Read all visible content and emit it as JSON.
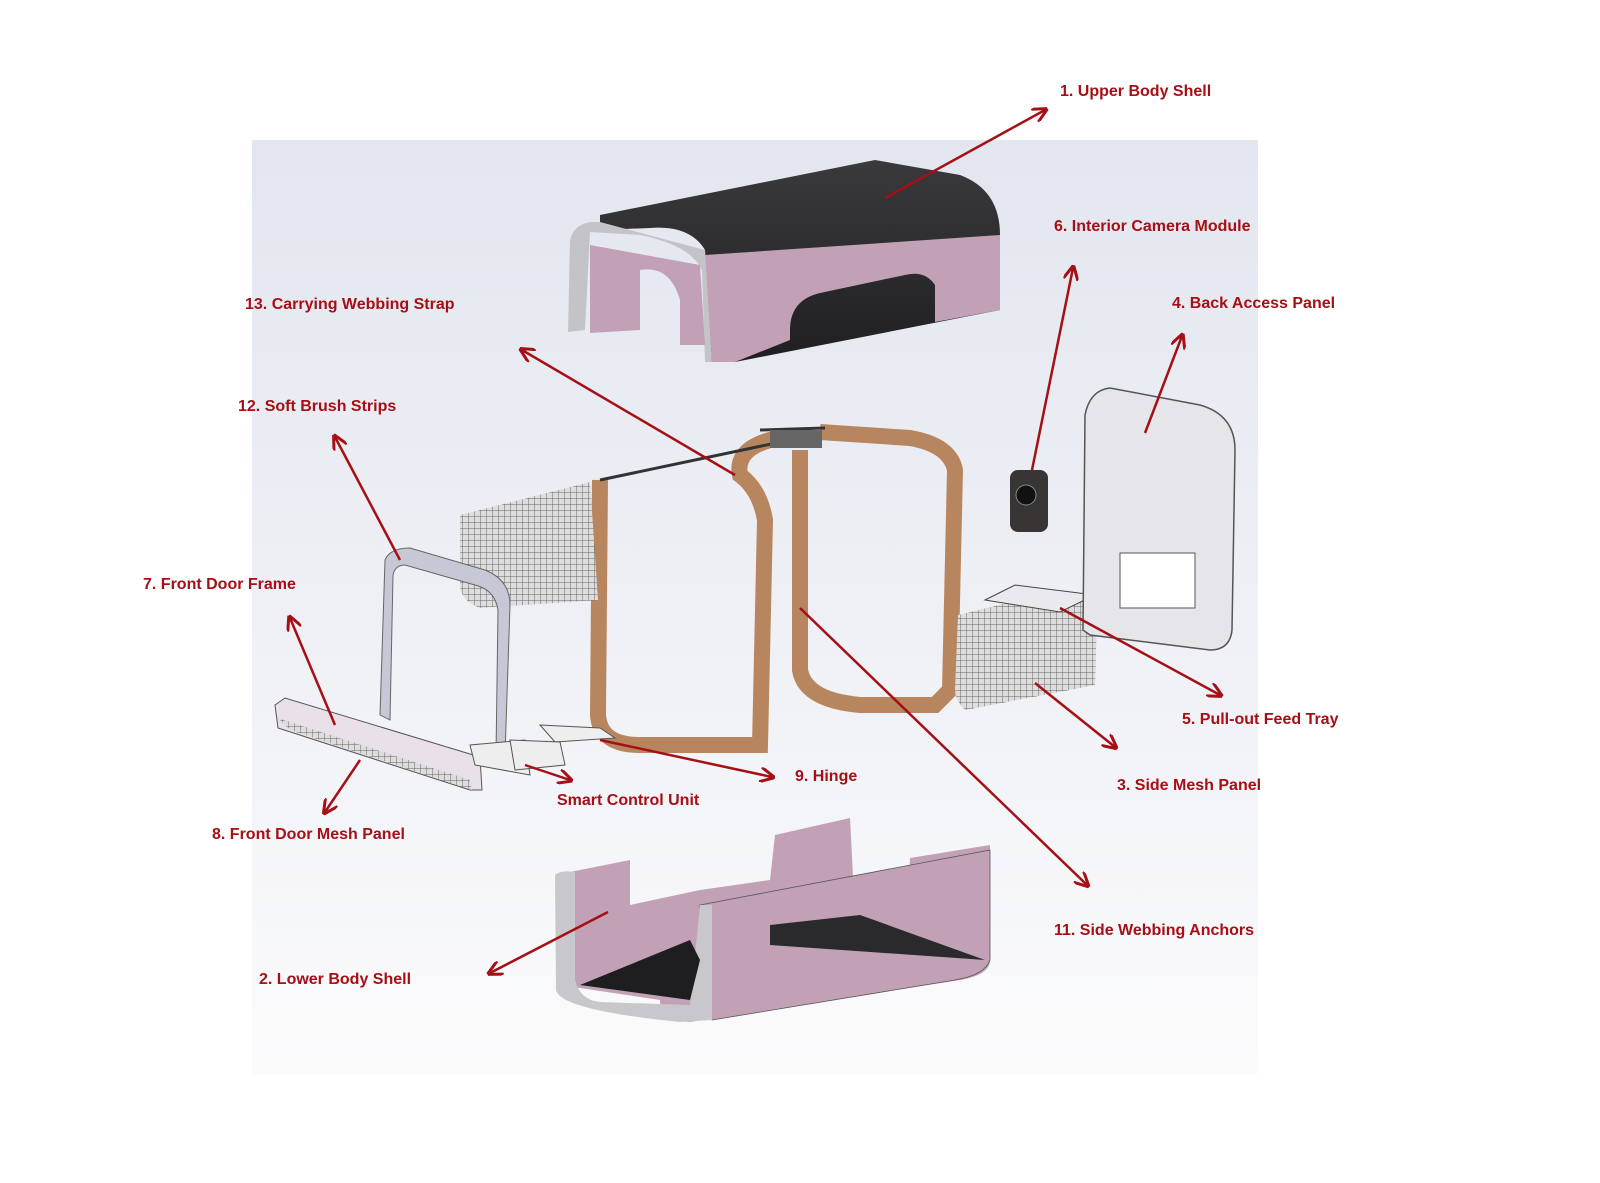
{
  "colors": {
    "label": "#a50f15",
    "arrow": "#a50f15",
    "shell_side": "#c2a1b6",
    "shell_top": "#2b2a2c",
    "webbing": "#b8865e"
  },
  "labels": {
    "upper_body_shell": "1. Upper Body Shell",
    "lower_body_shell": "2. Lower Body Shell",
    "side_mesh_panel": "3. Side Mesh Panel",
    "back_access_panel": "4. Back Access Panel",
    "feed_tray": "5. Pull-out Feed Tray",
    "camera_module": "6. Interior Camera Module",
    "front_door_frame": "7. Front Door Frame",
    "front_door_mesh": "8. Front Door Mesh Panel",
    "hinge": "9. Hinge",
    "smart_control_unit": "Smart Control Unit",
    "side_webbing_anchors": "11. Side Webbing Anchors",
    "soft_brush_strips": "12. Soft Brush Strips",
    "carrying_strap": "13. Carrying Webbing Strap"
  }
}
